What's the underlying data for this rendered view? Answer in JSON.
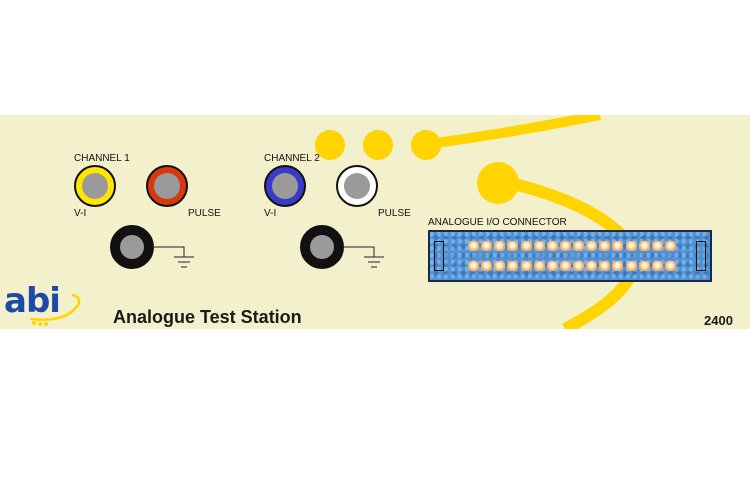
{
  "panel": {
    "brand": "abi",
    "title": "Analogue Test Station",
    "model": "2400",
    "colors": {
      "background": "#f3f0cc",
      "accent": "#ffd400",
      "brand": "#1c4aa6"
    }
  },
  "channel1": {
    "label": "CHANNEL 1",
    "vi_label": "V-I",
    "pulse_label": "PULSE",
    "vi_color": "#ffe600",
    "pulse_color": "#d8380e"
  },
  "channel2": {
    "label": "CHANNEL 2",
    "vi_label": "V-I",
    "pulse_label": "PULSE",
    "vi_color": "#3a3ac8",
    "pulse_color": "#ffffff"
  },
  "connector": {
    "label": "ANALOGUE I/O CONNECTOR",
    "color": "#4f93d6"
  },
  "icons": [
    "ground-icon",
    "banana-jack",
    "ribbon-connector"
  ]
}
